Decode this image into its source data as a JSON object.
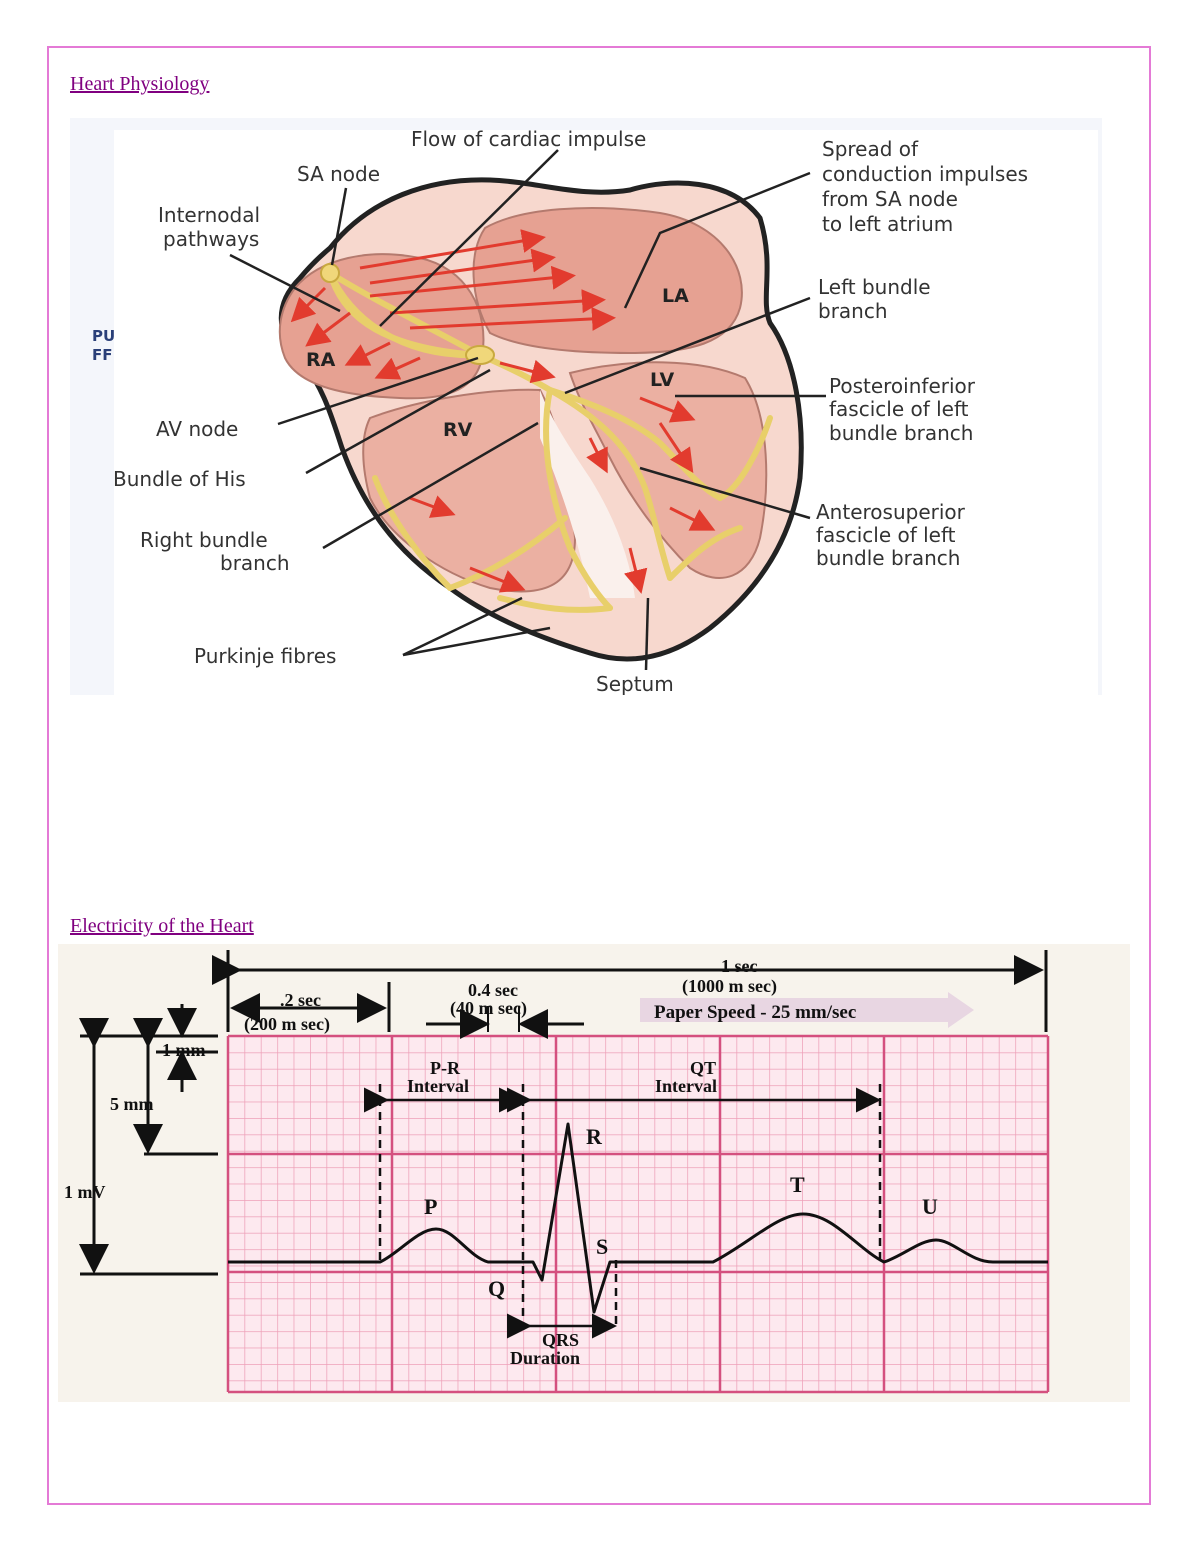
{
  "headings": {
    "heart_physiology": "Heart Physiology",
    "electricity": "Electricity of the Heart"
  },
  "heart_diagram": {
    "labels": {
      "flow": "Flow of cardiac impulse",
      "sa_node": "SA node",
      "internodal_1": "Internodal",
      "internodal_2": "pathways",
      "spread_1": "Spread of",
      "spread_2": "conduction impulses",
      "spread_3": "from SA node",
      "spread_4": "to left atrium",
      "left_bundle_1": "Left bundle",
      "left_bundle_2": "branch",
      "postero_1": "Posteroinferior",
      "postero_2": "fascicle of left",
      "postero_3": "bundle branch",
      "av_node": "AV node",
      "bundle_his": "Bundle of His",
      "right_bundle_1": "Right bundle",
      "right_bundle_2": "branch",
      "antero_1": "Anterosuperior",
      "antero_2": "fascicle of left",
      "antero_3": "bundle branch",
      "purkinje": "Purkinje fibres",
      "septum": "Septum",
      "ra": "RA",
      "la": "LA",
      "rv": "RV",
      "lv": "LV",
      "cut_1": "PU",
      "cut_2": "FF"
    },
    "colors": {
      "muscle": "#f2c5b8",
      "chamber": "#e8a394",
      "conduction": "#f5e6a0",
      "arrow": "#e23b2e"
    }
  },
  "ecg_diagram": {
    "labels": {
      "one_sec": "1 sec",
      "one_sec_ms": "(1000 m sec)",
      "point2_sec": ".2 sec",
      "point2_ms": "(200 m sec)",
      "point04_sec": "0.4 sec",
      "point04_ms": "(40 m sec)",
      "paper_speed": "Paper Speed - 25 mm/sec",
      "one_mm": "1 mm",
      "five_mm": "5 mm",
      "one_mv": "1 mV",
      "pr_1": "P-R",
      "pr_2": "Interval",
      "qt_1": "QT",
      "qt_2": "Interval",
      "p": "P",
      "q": "Q",
      "r": "R",
      "s": "S",
      "t": "T",
      "u": "U",
      "qrs_1": "QRS",
      "qrs_2": "Duration"
    },
    "colors": {
      "grid_minor": "#f0a8c0",
      "grid_major": "#d4507f",
      "paper": "#fde9ef"
    }
  }
}
